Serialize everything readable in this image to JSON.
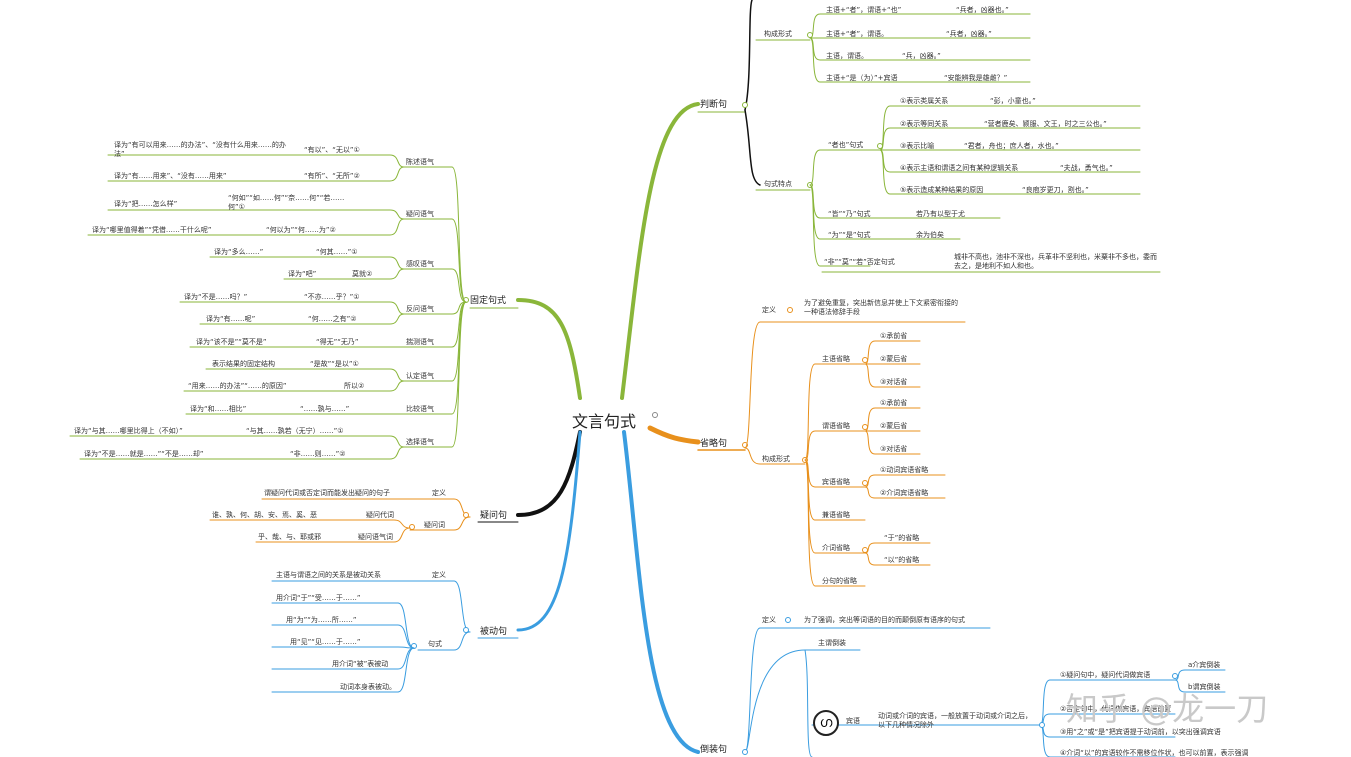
{
  "root": "文言句式",
  "colors": {
    "green": "#8ab63a",
    "orange": "#e8901c",
    "blue": "#3a9de0",
    "black": "#111111"
  },
  "right": {
    "judge": {
      "label": "判断句",
      "structure": "构成形式",
      "s1": "主语+“者”，谓语+“也”",
      "s1e": "“兵者，凶器也。”",
      "s2": "主语+“者”，谓语。",
      "s2e": "“兵者，凶器。”",
      "s3": "主语，谓语。",
      "s3e": "“兵，凶器。”",
      "s4": "主语+“是（为）”+宾语",
      "s4e": "“安能辨我是雄雌？”",
      "feature": "句式特点",
      "yeshi": "“者也”句式",
      "f1": "①表示类属关系",
      "f1e": "“彭，小童也。”",
      "f2": "②表示等同关系",
      "f2e": "“营者鹿矣、颍服、文王，时之三公也。”",
      "f3": "③表示比喻",
      "f3e": "“君者，舟也；庶人者，水也。”",
      "f4": "④表示主语和谓语之间有某种逻辑关系",
      "f4e": "“夫战，勇气也。”",
      "f5": "⑤表示造成某种结果的原因",
      "f5e": "“良庖岁更刀，割也。”",
      "nai": "“皆”“乃”句式",
      "naie": "若乃有以型于尤",
      "wei": "“为”“是”句式",
      "weie": "余为伯矣",
      "fei": "“非”“莫”“若”否定句式",
      "feie": "城非不高也，池非不深也，兵革非不坚利也，米粟非不多也，委而去之，是地利不如人和也。"
    },
    "omit": {
      "label": "省略句",
      "def": "定义",
      "defText": "为了避免重复，突出新信息并使上下文紧密衔接的一种语法修辞手段",
      "forms": "构成形式",
      "subj": "主语省略",
      "a1": "①承前省",
      "a2": "②蒙后省",
      "a3": "③对话省",
      "pred": "谓语省略",
      "b1": "①承前省",
      "b2": "②蒙后省",
      "b3": "③对话省",
      "obj": "宾语省略",
      "c1": "①动词宾语省略",
      "c2": "②介词宾语省略",
      "attr": "兼语省略",
      "prep": "介词省略",
      "d1": "“于”的省略",
      "d2": "“以”的省略",
      "clause": "分句的省略"
    },
    "invert": {
      "label": "倒装句",
      "def": "定义",
      "defText": "为了强调，突出等词语的目的而颠倒原有语序的句式",
      "subj": "主谓倒装",
      "obj": "宾语",
      "objText": "动词或介词的宾语，一般放置于动词或介词之后，以下几种情况除外",
      "o1": "①疑问句中，疑问代词做宾语",
      "o1a": "a介宾倒装",
      "o1b": "b谓宾倒装",
      "o2": "②否定句中，代词做宾语，宾语前置",
      "o3": "③用“之”或“是”把宾语提于动词前，以突出强调宾语",
      "o4": "④介词“以”的宾语较作不需移位作状，也可以前置，表示强调"
    }
  },
  "left": {
    "fixed": {
      "label": "固定句式",
      "g1": "陈述语气",
      "g1a": "译为“有可以用来……的办法”、“没有什么用来……的办法”",
      "g1am": "“有以”、“无以”①",
      "g1b": "译为“有……用来”、“没有……用来”",
      "g1bm": "“有所”、“无所”②",
      "g2": "疑问语气",
      "g2a": "译为“把……怎么样”",
      "g2am": "“何如”“如……何”“奈……何”“若……何”①",
      "g2b": "译为“哪里值得着”“凭借……干什么呢”",
      "g2bm": "“何以为”“何……为”②",
      "g3": "感叹语气",
      "g3a": "译为“多么……”",
      "g3am": "“何其……”①",
      "g3b": "译为“吧”",
      "g3bm": "莫就②",
      "g4": "反问语气",
      "g4a": "译为“不是……吗？”",
      "g4am": "“不亦……乎？”①",
      "g4b": "译为“有……呢”",
      "g4bm": "“何……之有”②",
      "g5": "揣测语气",
      "g5a": "译为“该不是”“莫不是”",
      "g5am": "“得无”“无乃”",
      "g6": "认定语气",
      "g6a": "表示结果的固定结构",
      "g6am": "“是故”“是以”①",
      "g6b": "“用来……的办法”“……的原因”",
      "g6bm": "所以②",
      "g7": "比较语气",
      "g7a": "译为“和……相比”",
      "g7am": "“……孰与……”",
      "g8": "选择语气",
      "g8a": "译为“与其……哪里比得上（不如）”",
      "g8am": "“与其……孰若（无宁）……”①",
      "g8b": "译为“不是……就是……”“不是……却”",
      "g8bm": "“非……则……”②"
    },
    "question": {
      "label": "疑问句",
      "def": "定义",
      "defText": "谓疑问代词或否定词而能发出疑问的句子",
      "words": "疑问词",
      "w1": "谁、孰、何、胡、安、焉、奚、恶",
      "w1m": "疑问代词",
      "w2": "乎、哉、与、耶或邪",
      "w2m": "疑问语气词"
    },
    "passive": {
      "label": "被动句",
      "def": "定义",
      "defText": "主语与谓语之间的关系是被动关系",
      "forms": "句式",
      "p1": "用介词“于”“受……于……”",
      "p2": "用“为”“为……所……”",
      "p3": "用“见”“见……于……”",
      "p4": "用介词“被”表被动",
      "p5": "动词本身表被动。"
    }
  },
  "watermark": "知乎 @龙一刀"
}
